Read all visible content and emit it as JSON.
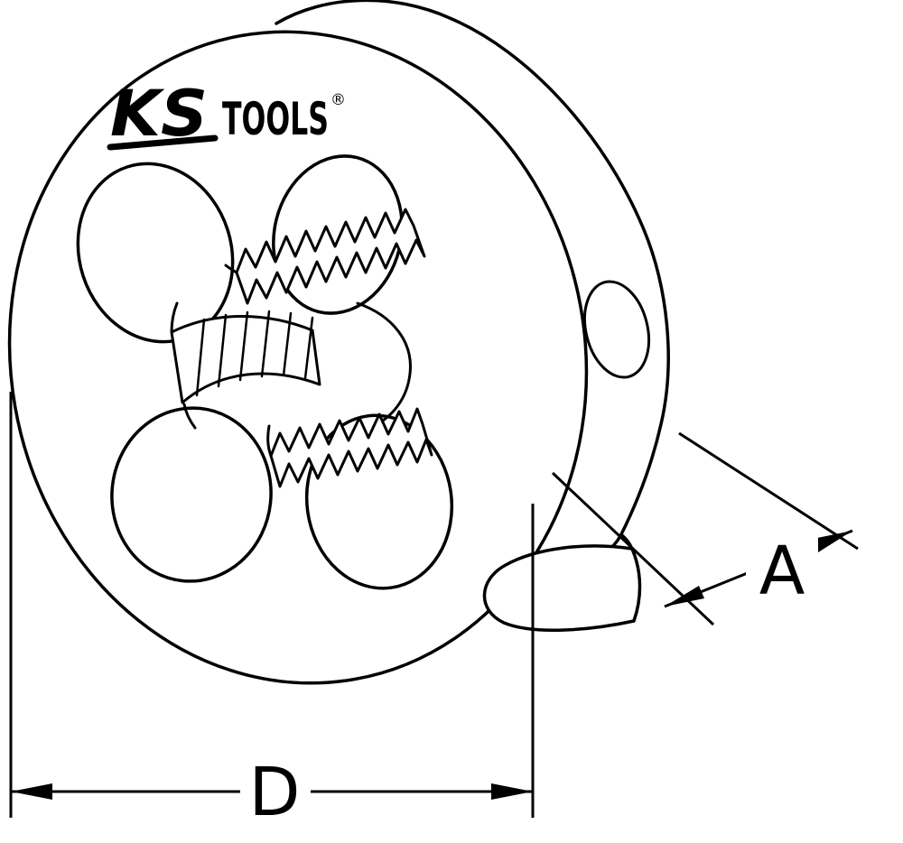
{
  "drawing": {
    "subject": "round-threading-die",
    "logo": {
      "ks": "KS",
      "tools": "TOOLS",
      "registered_mark": "®"
    },
    "dimensions": {
      "diameter_label": "D",
      "thickness_label": "A"
    },
    "colors": {
      "line": "#000000",
      "background": "#ffffff"
    }
  }
}
